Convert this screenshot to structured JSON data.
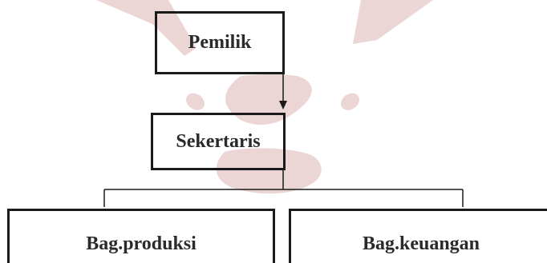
{
  "diagram": {
    "owner_label": "Pemilik",
    "secretary_label": "Sekertaris",
    "production_label": "Bag.produksi",
    "finance_label": "Bag.keuangan"
  },
  "colors": {
    "watermark": "#c98a8a",
    "line": "#1a1a1a",
    "text": "#2a2a2a"
  }
}
